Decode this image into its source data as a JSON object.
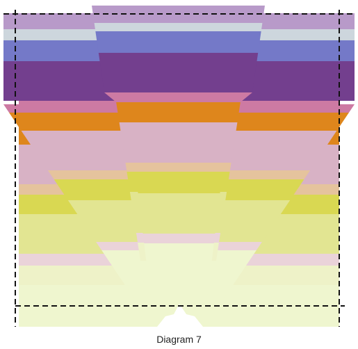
{
  "caption": "Diagram 7",
  "colors": {
    "lavender": "#b89ac9",
    "light_gray": "#cdd6dd",
    "blue": "#7479c8",
    "purple": "#733f8e",
    "pink": "#cd7aa3",
    "orange": "#de861c",
    "dusty_pink": "#d8b2c5",
    "peach": "#e5c39d",
    "yellow": "#d9d852",
    "light_yellow": "#e2e592",
    "pale_yellow": "#e8ecb0",
    "pale_pink": "#ead3d9",
    "cream": "#eef2c8",
    "pale_cream": "#eff6cf",
    "dashed_line": "#111111"
  },
  "layers": [
    "lavender",
    "light_gray",
    "blue",
    "purple",
    "pink",
    "orange",
    "dusty_pink",
    "peach",
    "yellow",
    "light_yellow",
    "pale_pink",
    "pale_cream"
  ]
}
